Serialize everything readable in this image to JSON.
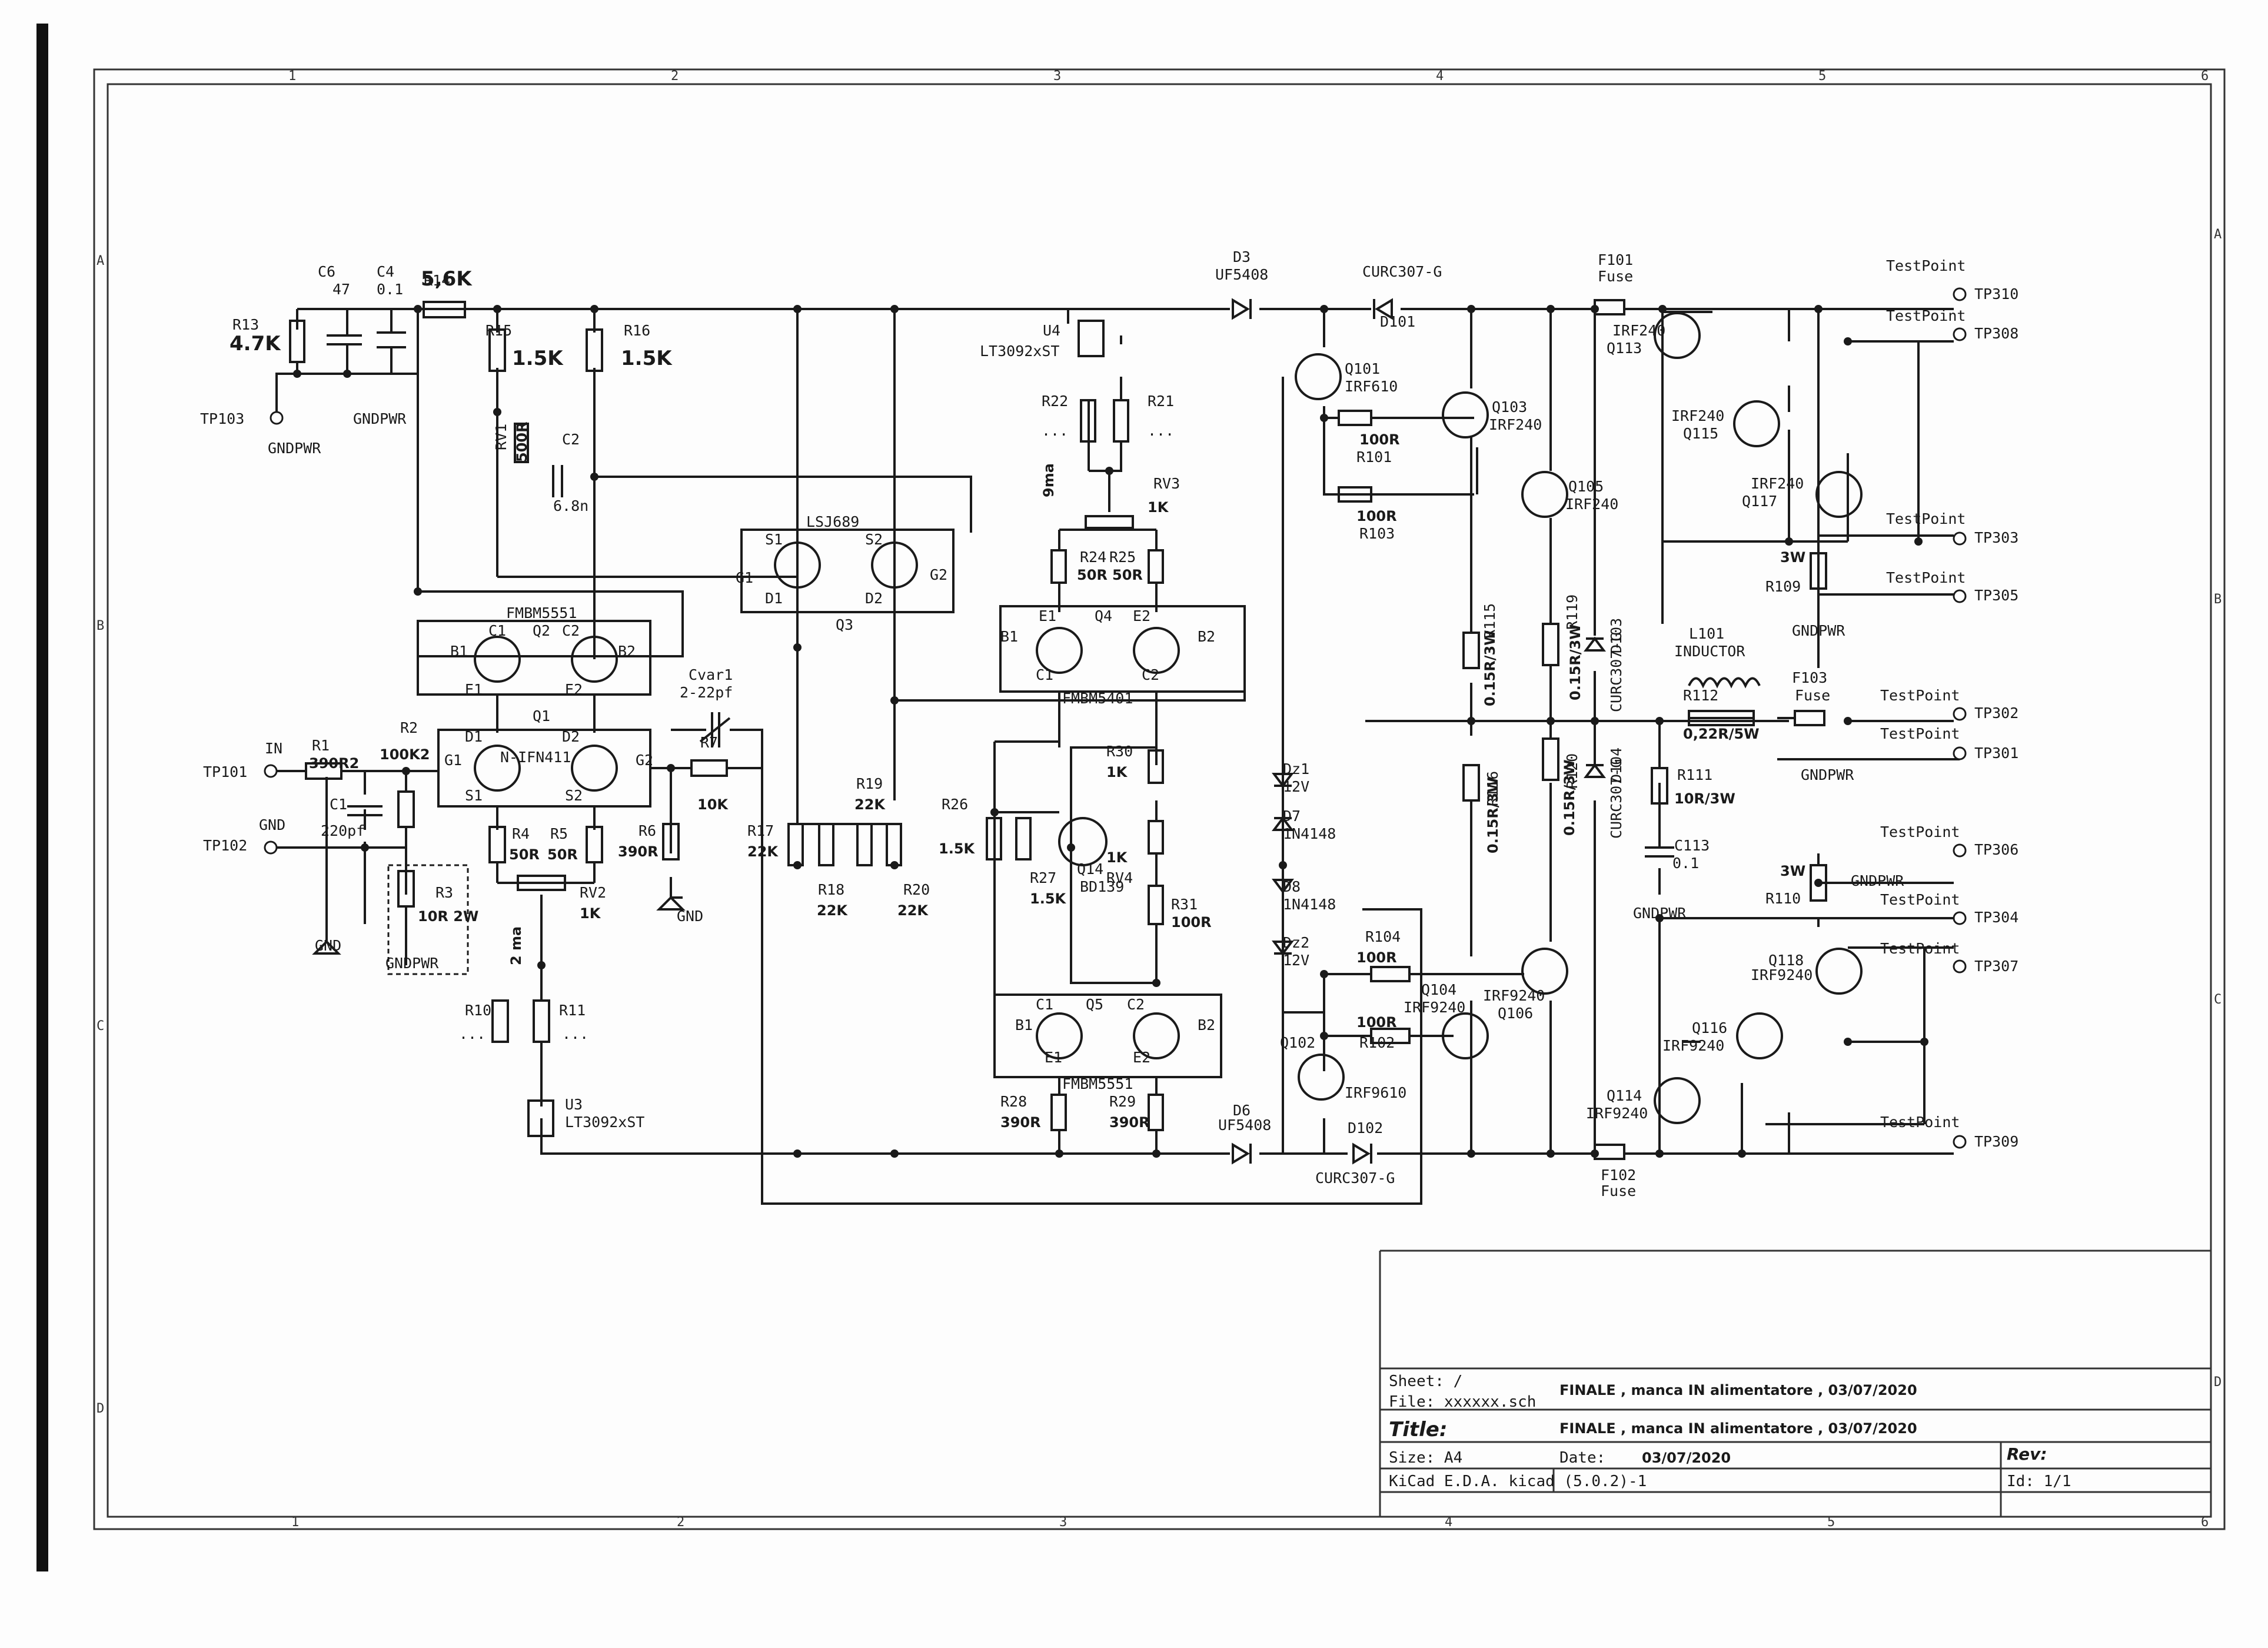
{
  "frame": {
    "columns": [
      "1",
      "2",
      "3",
      "4",
      "5",
      "6"
    ],
    "rows": [
      "A",
      "B",
      "C",
      "D"
    ]
  },
  "title_block": {
    "sheet": "Sheet: /",
    "file": "File: xxxxxx.sch",
    "title_label": "Title:",
    "title_value": "FINALE , manca IN alimentatore ,  03/07/2020",
    "sheet_note": "FINALE , manca IN alimentatore ,  03/07/2020",
    "size": "Size: A4",
    "date_label": "Date:",
    "date_value": "03/07/2020",
    "rev": "Rev:",
    "tool": "KiCad E.D.A.  kicad (5.0.2)-1",
    "id": "Id: 1/1"
  },
  "labels": [
    {
      "t": "C6",
      "k": "lbl"
    },
    {
      "t": "47",
      "k": "lbl"
    },
    {
      "t": "C4",
      "k": "lbl"
    },
    {
      "t": "0.1",
      "k": "lbl"
    },
    {
      "t": "R14",
      "k": "lbl"
    },
    {
      "t": "5,6K",
      "k": "big"
    },
    {
      "t": "R13",
      "k": "lbl"
    },
    {
      "t": "4.7K",
      "k": "big"
    },
    {
      "t": "GNDPWR",
      "k": "lbl"
    },
    {
      "t": "TP103",
      "k": "lbl"
    },
    {
      "t": "GNDPWR",
      "k": "lbl"
    },
    {
      "t": "R15",
      "k": "lbl"
    },
    {
      "t": "1.5K",
      "k": "big"
    },
    {
      "t": "R16",
      "k": "lbl"
    },
    {
      "t": "1.5K",
      "k": "big"
    },
    {
      "t": "500R",
      "k": "val"
    },
    {
      "t": "RV1",
      "k": "lbl"
    },
    {
      "t": "C2",
      "k": "lbl"
    },
    {
      "t": "6.8n",
      "k": "lbl"
    },
    {
      "t": "LSJ689",
      "k": "lbl"
    },
    {
      "t": "S1",
      "k": "lbl"
    },
    {
      "t": "S2",
      "k": "lbl"
    },
    {
      "t": "G1",
      "k": "lbl"
    },
    {
      "t": "G2",
      "k": "lbl"
    },
    {
      "t": "D1",
      "k": "lbl"
    },
    {
      "t": "D2",
      "k": "lbl"
    },
    {
      "t": "Q3",
      "k": "lbl"
    },
    {
      "t": "FMBM5551",
      "k": "lbl"
    },
    {
      "t": "C1",
      "k": "lbl"
    },
    {
      "t": "Q2",
      "k": "lbl"
    },
    {
      "t": "C2",
      "k": "lbl"
    },
    {
      "t": "B1",
      "k": "lbl"
    },
    {
      "t": "B2",
      "k": "lbl"
    },
    {
      "t": "E1",
      "k": "lbl"
    },
    {
      "t": "E2",
      "k": "lbl"
    },
    {
      "t": "Q1",
      "k": "lbl"
    },
    {
      "t": "D1",
      "k": "lbl"
    },
    {
      "t": "D2",
      "k": "lbl"
    },
    {
      "t": "N-IFN411",
      "k": "lbl"
    },
    {
      "t": "G1",
      "k": "lbl"
    },
    {
      "t": "G2",
      "k": "lbl"
    },
    {
      "t": "S1",
      "k": "lbl"
    },
    {
      "t": "S2",
      "k": "lbl"
    },
    {
      "t": "IN",
      "k": "lbl"
    },
    {
      "t": "R1",
      "k": "lbl"
    },
    {
      "t": "390R2",
      "k": "val"
    },
    {
      "t": "R2",
      "k": "lbl"
    },
    {
      "t": "100K2",
      "k": "val"
    },
    {
      "t": "TP101",
      "k": "lbl"
    },
    {
      "t": "C1",
      "k": "lbl"
    },
    {
      "t": "220pf",
      "k": "lbl"
    },
    {
      "t": "GND",
      "k": "lbl"
    },
    {
      "t": "TP102",
      "k": "lbl"
    },
    {
      "t": "R3",
      "k": "lbl"
    },
    {
      "t": "10R 2W",
      "k": "val"
    },
    {
      "t": "GND",
      "k": "lbl"
    },
    {
      "t": "GNDPWR",
      "k": "lbl"
    },
    {
      "t": "R4",
      "k": "lbl"
    },
    {
      "t": "50R",
      "k": "val"
    },
    {
      "t": "R5",
      "k": "lbl"
    },
    {
      "t": "50R",
      "k": "val"
    },
    {
      "t": "RV2",
      "k": "lbl"
    },
    {
      "t": "1K",
      "k": "val"
    },
    {
      "t": "2 ma",
      "k": "val"
    },
    {
      "t": "R6",
      "k": "lbl"
    },
    {
      "t": "390R",
      "k": "val"
    },
    {
      "t": "GND",
      "k": "lbl"
    },
    {
      "t": "Cvar1",
      "k": "lbl"
    },
    {
      "t": "2-22pf",
      "k": "lbl"
    },
    {
      "t": "R7",
      "k": "lbl"
    },
    {
      "t": "10K",
      "k": "val"
    },
    {
      "t": "R10",
      "k": "lbl"
    },
    {
      "t": "...",
      "k": "lbl"
    },
    {
      "t": "R11",
      "k": "lbl"
    },
    {
      "t": "...",
      "k": "lbl"
    },
    {
      "t": "U3",
      "k": "lbl"
    },
    {
      "t": "LT3092xST",
      "k": "lbl"
    },
    {
      "t": "R17",
      "k": "lbl"
    },
    {
      "t": "22K",
      "k": "val"
    },
    {
      "t": "R18",
      "k": "lbl"
    },
    {
      "t": "22K",
      "k": "val"
    },
    {
      "t": "R19",
      "k": "lbl"
    },
    {
      "t": "22K",
      "k": "val"
    },
    {
      "t": "R20",
      "k": "lbl"
    },
    {
      "t": "22K",
      "k": "val"
    },
    {
      "t": "U4",
      "k": "lbl"
    },
    {
      "t": "LT3092xST",
      "k": "lbl"
    },
    {
      "t": "R22",
      "k": "lbl"
    },
    {
      "t": "...",
      "k": "lbl"
    },
    {
      "t": "R21",
      "k": "lbl"
    },
    {
      "t": "...",
      "k": "lbl"
    },
    {
      "t": "9ma",
      "k": "val"
    },
    {
      "t": "RV3",
      "k": "lbl"
    },
    {
      "t": "1K",
      "k": "val"
    },
    {
      "t": "R24",
      "k": "lbl"
    },
    {
      "t": "R25",
      "k": "lbl"
    },
    {
      "t": "50R",
      "k": "val"
    },
    {
      "t": "50R",
      "k": "val"
    },
    {
      "t": "E1",
      "k": "lbl"
    },
    {
      "t": "Q4",
      "k": "lbl"
    },
    {
      "t": "E2",
      "k": "lbl"
    },
    {
      "t": "B1",
      "k": "lbl"
    },
    {
      "t": "B2",
      "k": "lbl"
    },
    {
      "t": "C1",
      "k": "lbl"
    },
    {
      "t": "C2",
      "k": "lbl"
    },
    {
      "t": "FMBM5401",
      "k": "lbl"
    },
    {
      "t": "R26",
      "k": "lbl"
    },
    {
      "t": "1.5K",
      "k": "val"
    },
    {
      "t": "R27",
      "k": "lbl"
    },
    {
      "t": "1.5K",
      "k": "val"
    },
    {
      "t": "Q14",
      "k": "lbl"
    },
    {
      "t": "BD139",
      "k": "lbl"
    },
    {
      "t": "R30",
      "k": "lbl"
    },
    {
      "t": "1K",
      "k": "val"
    },
    {
      "t": "1K",
      "k": "val"
    },
    {
      "t": "RV4",
      "k": "lbl"
    },
    {
      "t": "R31",
      "k": "lbl"
    },
    {
      "t": "100R",
      "k": "val"
    },
    {
      "t": "C1",
      "k": "lbl"
    },
    {
      "t": "Q5",
      "k": "lbl"
    },
    {
      "t": "C2",
      "k": "lbl"
    },
    {
      "t": "B1",
      "k": "lbl"
    },
    {
      "t": "B2",
      "k": "lbl"
    },
    {
      "t": "E1",
      "k": "lbl"
    },
    {
      "t": "E2",
      "k": "lbl"
    },
    {
      "t": "FMBM5551",
      "k": "lbl"
    },
    {
      "t": "R28",
      "k": "lbl"
    },
    {
      "t": "390R",
      "k": "val"
    },
    {
      "t": "R29",
      "k": "lbl"
    },
    {
      "t": "390R",
      "k": "val"
    },
    {
      "t": "D3",
      "k": "lbl"
    },
    {
      "t": "UF5408",
      "k": "lbl"
    },
    {
      "t": "CURC307-G",
      "k": "lbl"
    },
    {
      "t": "D101",
      "k": "lbl"
    },
    {
      "t": "Q101",
      "k": "lbl"
    },
    {
      "t": "IRF610",
      "k": "lbl"
    },
    {
      "t": "Q103",
      "k": "lbl"
    },
    {
      "t": "IRF240",
      "k": "lbl"
    },
    {
      "t": "100R",
      "k": "val"
    },
    {
      "t": "R101",
      "k": "lbl"
    },
    {
      "t": "Q105",
      "k": "lbl"
    },
    {
      "t": "IRF240",
      "k": "lbl"
    },
    {
      "t": "100R",
      "k": "val"
    },
    {
      "t": "R103",
      "k": "lbl"
    },
    {
      "t": "Dz1",
      "k": "lbl"
    },
    {
      "t": "12V",
      "k": "lbl"
    },
    {
      "t": "D7",
      "k": "lbl"
    },
    {
      "t": "1N4148",
      "k": "lbl"
    },
    {
      "t": "D8",
      "k": "lbl"
    },
    {
      "t": "1N4148",
      "k": "lbl"
    },
    {
      "t": "Dz2",
      "k": "lbl"
    },
    {
      "t": "12V",
      "k": "lbl"
    },
    {
      "t": "R104",
      "k": "lbl"
    },
    {
      "t": "100R",
      "k": "val"
    },
    {
      "t": "Q104",
      "k": "lbl"
    },
    {
      "t": "IRF9240",
      "k": "lbl"
    },
    {
      "t": "IRF9240",
      "k": "lbl"
    },
    {
      "t": "Q106",
      "k": "lbl"
    },
    {
      "t": "100R",
      "k": "val"
    },
    {
      "t": "R102",
      "k": "lbl"
    },
    {
      "t": "Q102",
      "k": "lbl"
    },
    {
      "t": "IRF9610",
      "k": "lbl"
    },
    {
      "t": "D6",
      "k": "lbl"
    },
    {
      "t": "UF5408",
      "k": "lbl"
    },
    {
      "t": "D102",
      "k": "lbl"
    },
    {
      "t": "CURC307-G",
      "k": "lbl"
    },
    {
      "t": "0.15R/3W",
      "k": "val"
    },
    {
      "t": "R115",
      "k": "lbl"
    },
    {
      "t": "0.15R/3W",
      "k": "val"
    },
    {
      "t": "R116",
      "k": "lbl"
    },
    {
      "t": "0.15R/3W",
      "k": "val"
    },
    {
      "t": "R119",
      "k": "lbl"
    },
    {
      "t": "0.15R/3W",
      "k": "val"
    },
    {
      "t": "R120",
      "k": "lbl"
    },
    {
      "t": "CURC307-G",
      "k": "lbl"
    },
    {
      "t": "D103",
      "k": "lbl"
    },
    {
      "t": "CURC307-G",
      "k": "lbl"
    },
    {
      "t": "D104",
      "k": "lbl"
    },
    {
      "t": "F101",
      "k": "lbl"
    },
    {
      "t": "Fuse",
      "k": "lbl"
    },
    {
      "t": "F102",
      "k": "lbl"
    },
    {
      "t": "Fuse",
      "k": "lbl"
    },
    {
      "t": "IRF240",
      "k": "lbl"
    },
    {
      "t": "Q113",
      "k": "lbl"
    },
    {
      "t": "IRF240",
      "k": "lbl"
    },
    {
      "t": "Q115",
      "k": "lbl"
    },
    {
      "t": "IRF240",
      "k": "lbl"
    },
    {
      "t": "Q117",
      "k": "lbl"
    },
    {
      "t": "3W",
      "k": "val"
    },
    {
      "t": "R109",
      "k": "lbl"
    },
    {
      "t": "GNDPWR",
      "k": "lbl"
    },
    {
      "t": "L101",
      "k": "lbl"
    },
    {
      "t": "INDUCTOR",
      "k": "lbl"
    },
    {
      "t": "F103",
      "k": "lbl"
    },
    {
      "t": "Fuse",
      "k": "lbl"
    },
    {
      "t": "R112",
      "k": "lbl"
    },
    {
      "t": "0,22R/5W",
      "k": "val"
    },
    {
      "t": "GNDPWR",
      "k": "lbl"
    },
    {
      "t": "R111",
      "k": "lbl"
    },
    {
      "t": "10R/3W",
      "k": "val"
    },
    {
      "t": "C113",
      "k": "lbl"
    },
    {
      "t": "0.1",
      "k": "lbl"
    },
    {
      "t": "GNDPWR",
      "k": "lbl"
    },
    {
      "t": "3W",
      "k": "val"
    },
    {
      "t": "GNDPWR",
      "k": "lbl"
    },
    {
      "t": "R110",
      "k": "lbl"
    },
    {
      "t": "Q118",
      "k": "lbl"
    },
    {
      "t": "IRF9240",
      "k": "lbl"
    },
    {
      "t": "Q116",
      "k": "lbl"
    },
    {
      "t": "IRF9240",
      "k": "lbl"
    },
    {
      "t": "Q114",
      "k": "lbl"
    },
    {
      "t": "IRF9240",
      "k": "lbl"
    }
  ],
  "testpoints": [
    {
      "label": "TestPoint",
      "name": "TP310"
    },
    {
      "label": "TestPoint",
      "name": "TP308"
    },
    {
      "label": "TestPoint",
      "name": "TP303"
    },
    {
      "label": "TestPoint",
      "name": "TP305"
    },
    {
      "label": "TestPoint",
      "name": "TP302"
    },
    {
      "label": "TestPoint",
      "name": "TP301"
    },
    {
      "label": "TestPoint",
      "name": "TP306"
    },
    {
      "label": "TestPoint",
      "name": "TP304"
    },
    {
      "label": "TestPoint",
      "name": "TP307"
    },
    {
      "label": "TestPoint",
      "name": "TP309"
    }
  ]
}
